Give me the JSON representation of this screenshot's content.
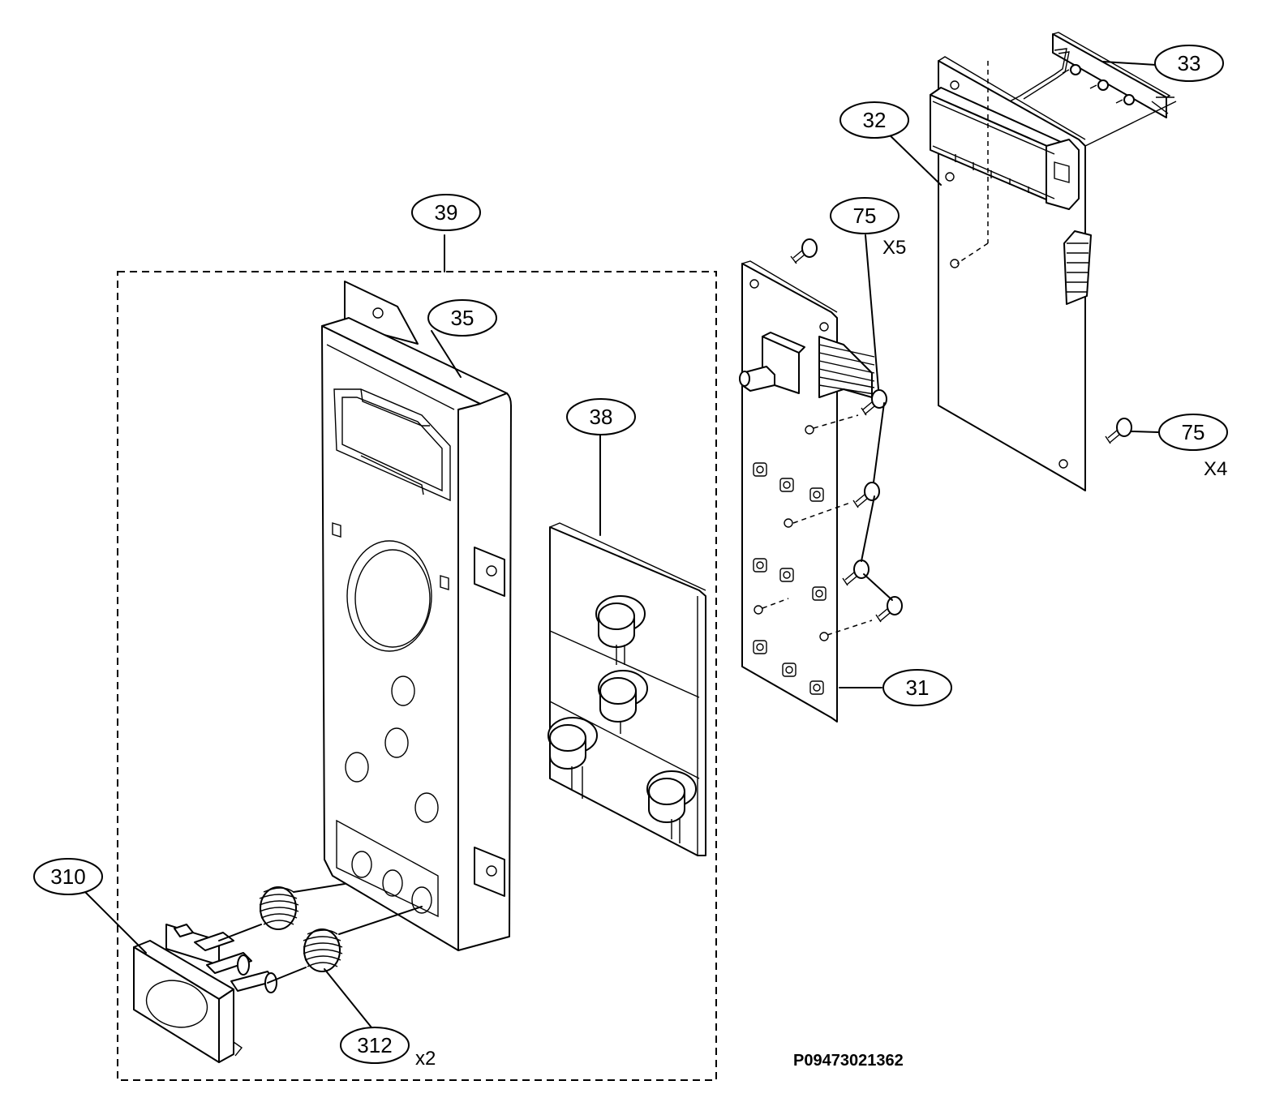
{
  "parts": [
    {
      "id": "p33",
      "number": "33",
      "qty": ""
    },
    {
      "id": "p32",
      "number": "32",
      "qty": ""
    },
    {
      "id": "p39",
      "number": "39",
      "qty": ""
    },
    {
      "id": "p75a",
      "number": "75",
      "qty": "X5"
    },
    {
      "id": "p35",
      "number": "35",
      "qty": ""
    },
    {
      "id": "p38",
      "number": "38",
      "qty": ""
    },
    {
      "id": "p75b",
      "number": "75",
      "qty": "X4"
    },
    {
      "id": "p31",
      "number": "31",
      "qty": ""
    },
    {
      "id": "p310",
      "number": "310",
      "qty": ""
    },
    {
      "id": "p312",
      "number": "312",
      "qty": "x2"
    }
  ],
  "drawing_code": "P09473021362",
  "icons": [
    "screw-icon",
    "spring-icon",
    "push-button-icon",
    "connector-icon",
    "display-module-icon"
  ]
}
